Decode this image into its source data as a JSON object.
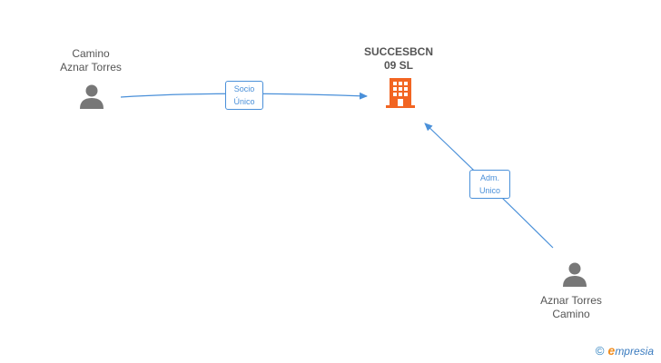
{
  "nodes": {
    "person_left": {
      "line1": "Camino",
      "line2": "Aznar Torres",
      "icon": "person-icon"
    },
    "company": {
      "line1": "SUCCESBCN",
      "line2": "09 SL",
      "icon": "building-icon"
    },
    "person_bottom": {
      "line1": "Aznar Torres",
      "line2": "Camino",
      "icon": "person-icon"
    }
  },
  "edges": {
    "left_to_company": {
      "line1": "Socio",
      "line2": "Único"
    },
    "bottom_to_company": {
      "line1": "Adm.",
      "line2": "Unico"
    }
  },
  "colors": {
    "edge": "#4a90d9",
    "person": "#777777",
    "company": "#f26522",
    "brand_accent": "#f08c1e"
  },
  "brand": {
    "copyright": "©",
    "initial": "e",
    "rest": "mpresia"
  }
}
